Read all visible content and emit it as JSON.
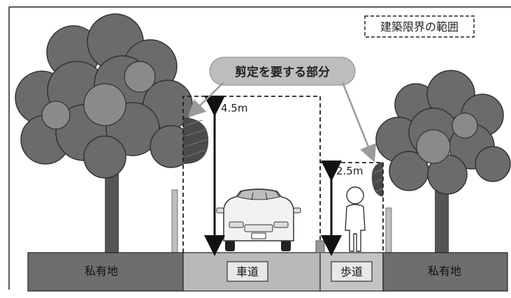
{
  "title_box": "建築限界の範囲",
  "callout": "剪定を要する部分",
  "heights": {
    "roadway": "4.5m",
    "sidewalk": "2.5m"
  },
  "ground_labels": {
    "private_left": "私有地",
    "roadway": "車道",
    "sidewalk": "歩道",
    "private_right": "私有地"
  },
  "colors": {
    "tree_canopy": "#6b6b6b",
    "tree_trunk": "#555555",
    "private_land": "#6e6e6e",
    "road": "#b9b9b9",
    "callout_fill": "#bdbdbd"
  }
}
